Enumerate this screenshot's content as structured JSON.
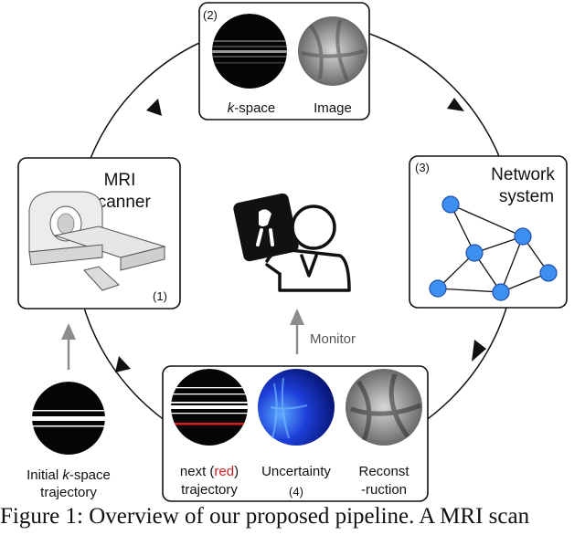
{
  "nodes": {
    "scanner": {
      "title_line1": "MRI",
      "title_line2": "scanner",
      "number": "(1)"
    },
    "reconstruction": {
      "number": "(2)",
      "kspace_label_k": "k",
      "kspace_label_rest": "-space",
      "image_label": "Image"
    },
    "network": {
      "number": "(3)",
      "title_line1": "Network",
      "title_line2": "system"
    },
    "acquisition": {
      "next_label_pre": "next (",
      "next_label_red": "red",
      "next_label_post": ")",
      "next_label_line2": "trajectory",
      "uncertainty_label": "Uncertainty",
      "recon_label_line1": "Reconst",
      "recon_label_line2": "-ruction",
      "number": "(4)"
    },
    "initial": {
      "line1_pre": "Initial ",
      "line1_k": "k",
      "line1_post": "-space",
      "line2": "trajectory"
    }
  },
  "monitor_label": "Monitor",
  "caption": "Figure 1: Overview of our proposed pipeline. A MRI scan",
  "colors": {
    "node_fill": "#3d8ff2",
    "node_stroke": "#1f4fa8",
    "highlight_red": "#cc1f1f",
    "arrow_gray": "#8c8c8c"
  }
}
